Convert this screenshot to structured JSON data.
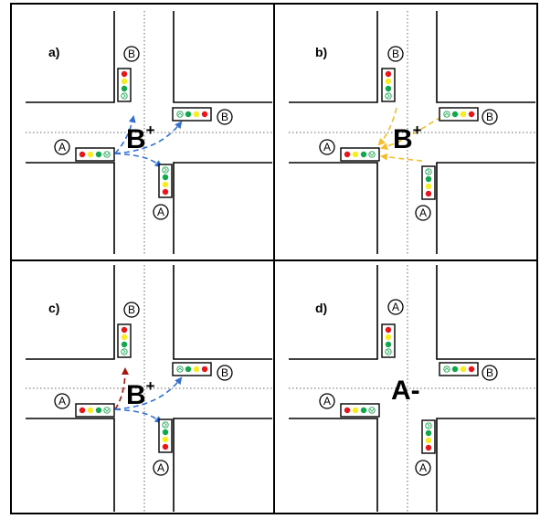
{
  "panels": [
    {
      "label": "a)",
      "rating": "B",
      "sup": "+"
    },
    {
      "label": "b)",
      "rating": "B",
      "sup": "+"
    },
    {
      "label": "c)",
      "rating": "B",
      "sup": "+"
    },
    {
      "label": "d)",
      "rating": "A-",
      "sup": ""
    }
  ],
  "approach_labels": {
    "a": "A",
    "b": "B"
  },
  "colors": {
    "red": "#e8151b",
    "yellow": "#f7ec1e",
    "green": "#10a84a",
    "arrow_blue": "#2f6fd6",
    "arrow_yellow": "#f5bd2a",
    "arrow_red": "#a8150f"
  }
}
